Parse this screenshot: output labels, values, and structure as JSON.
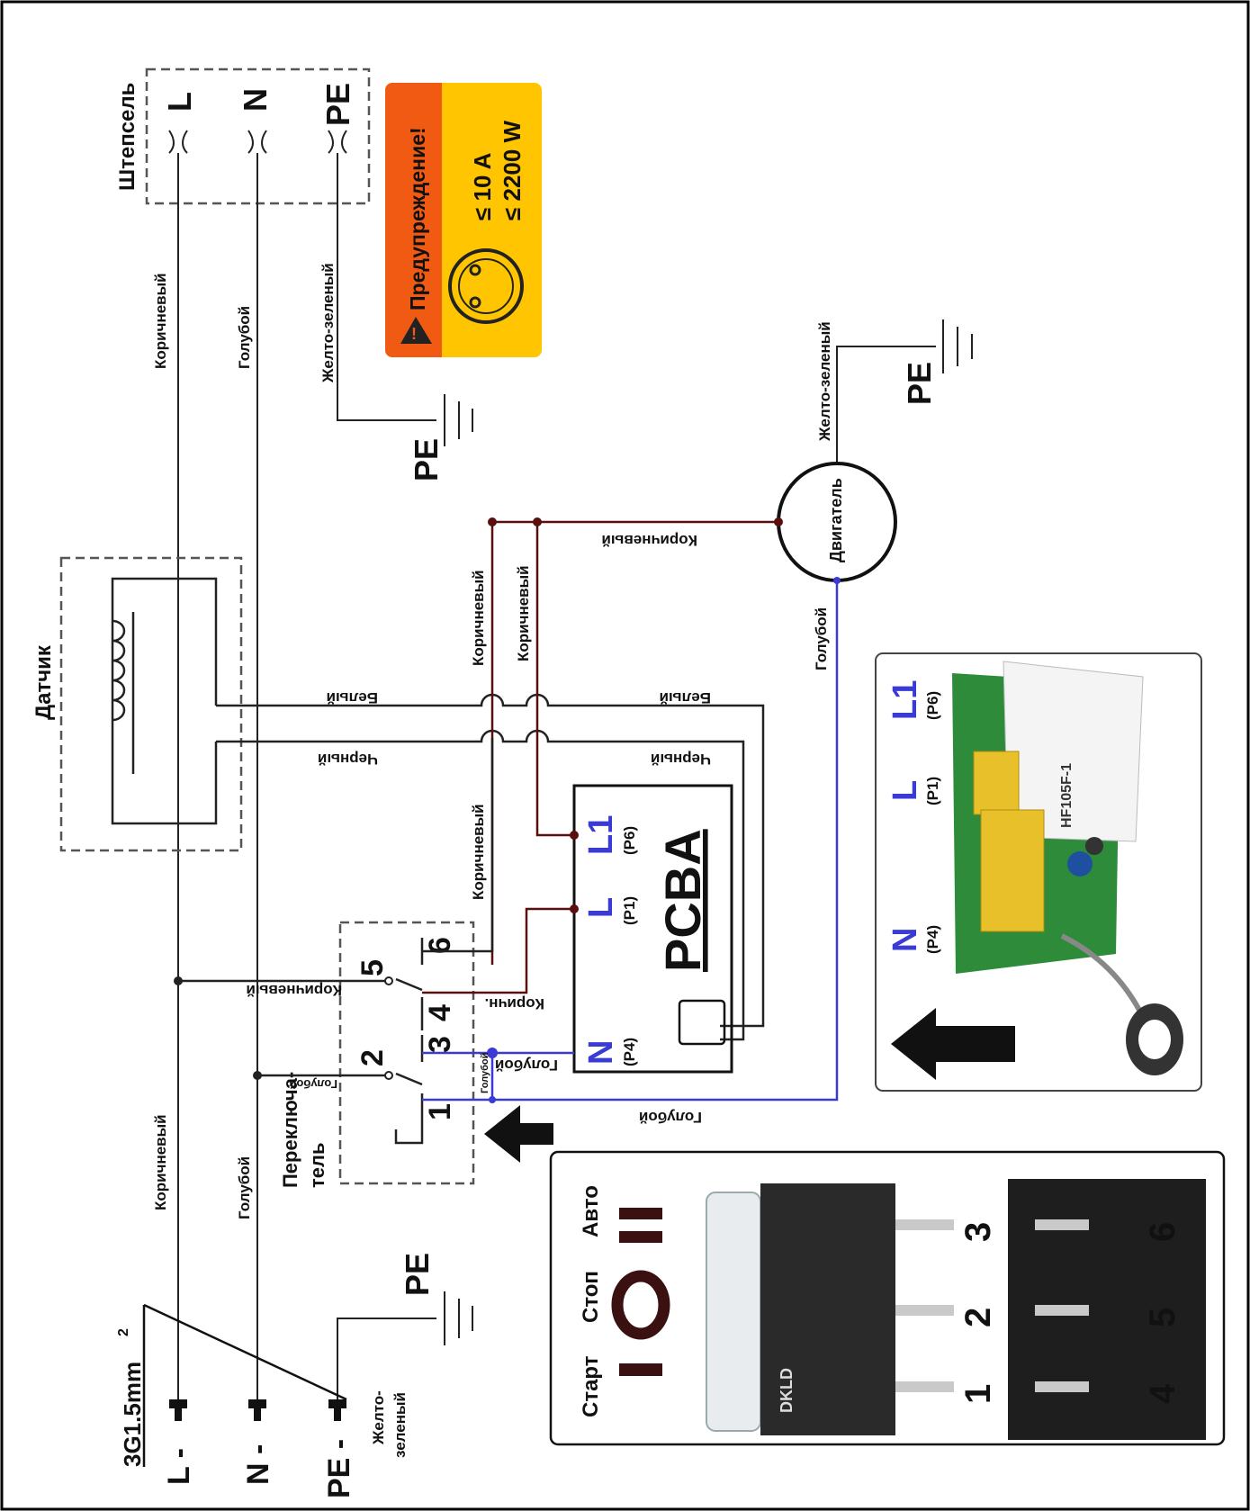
{
  "plug": {
    "title": "Штепсель",
    "pins": [
      "L",
      "N",
      "PE"
    ]
  },
  "warning": {
    "title": "Предупреждение!",
    "current": "≤ 10 A",
    "power": "≤ 2200 W",
    "colors": {
      "header": "#f05a12",
      "body": "#ffc500"
    }
  },
  "sensor": {
    "title": "Датчик"
  },
  "switch": {
    "title_line1": "Переключа-",
    "title_line2": "тель",
    "terminals": [
      "1",
      "2",
      "3",
      "4",
      "5",
      "6"
    ]
  },
  "pcba": {
    "title": "PCBA",
    "n_pin": "N",
    "n_code": "(P4)",
    "l_pin": "L",
    "l_code": "(P1)",
    "l1_pin": "L1",
    "l1_code": "(P6)"
  },
  "motor": {
    "title": "Двигатель"
  },
  "ground": {
    "label": "PE"
  },
  "cable": {
    "spec": "3G1.5mm",
    "spec_sup": "2",
    "ends": [
      "L -",
      "N -",
      "PE -"
    ],
    "pe_color_line1": "Желто-",
    "pe_color_line2": "зеленый"
  },
  "wires": {
    "brown": "Коричневый",
    "blue": "Голубой",
    "yellow_green": "Желто-зеленый",
    "white": "Белый",
    "black": "Черный",
    "brown_short": "Коричн."
  },
  "photo_pcb": {
    "n_pin": "N",
    "n_code": "(P4)",
    "l_pin": "L",
    "l_code": "(P1)",
    "l1_pin": "L1",
    "l1_code": "(P6)",
    "relay_text": "HF105F-1"
  },
  "photo_switch": {
    "modes": [
      "Старт",
      "Стоп",
      "Авто"
    ],
    "symbols": [
      "I",
      "O",
      "II"
    ],
    "terminals_top": [
      "1",
      "2",
      "3"
    ],
    "terminals_bottom": [
      "4",
      "5",
      "6"
    ],
    "brand": "DKLD"
  },
  "colors": {
    "brown": "#5a0f0f",
    "blue": "#3a3ad4",
    "mode_symbol": "#3a1010",
    "pin_label": "#3a3ad4"
  }
}
